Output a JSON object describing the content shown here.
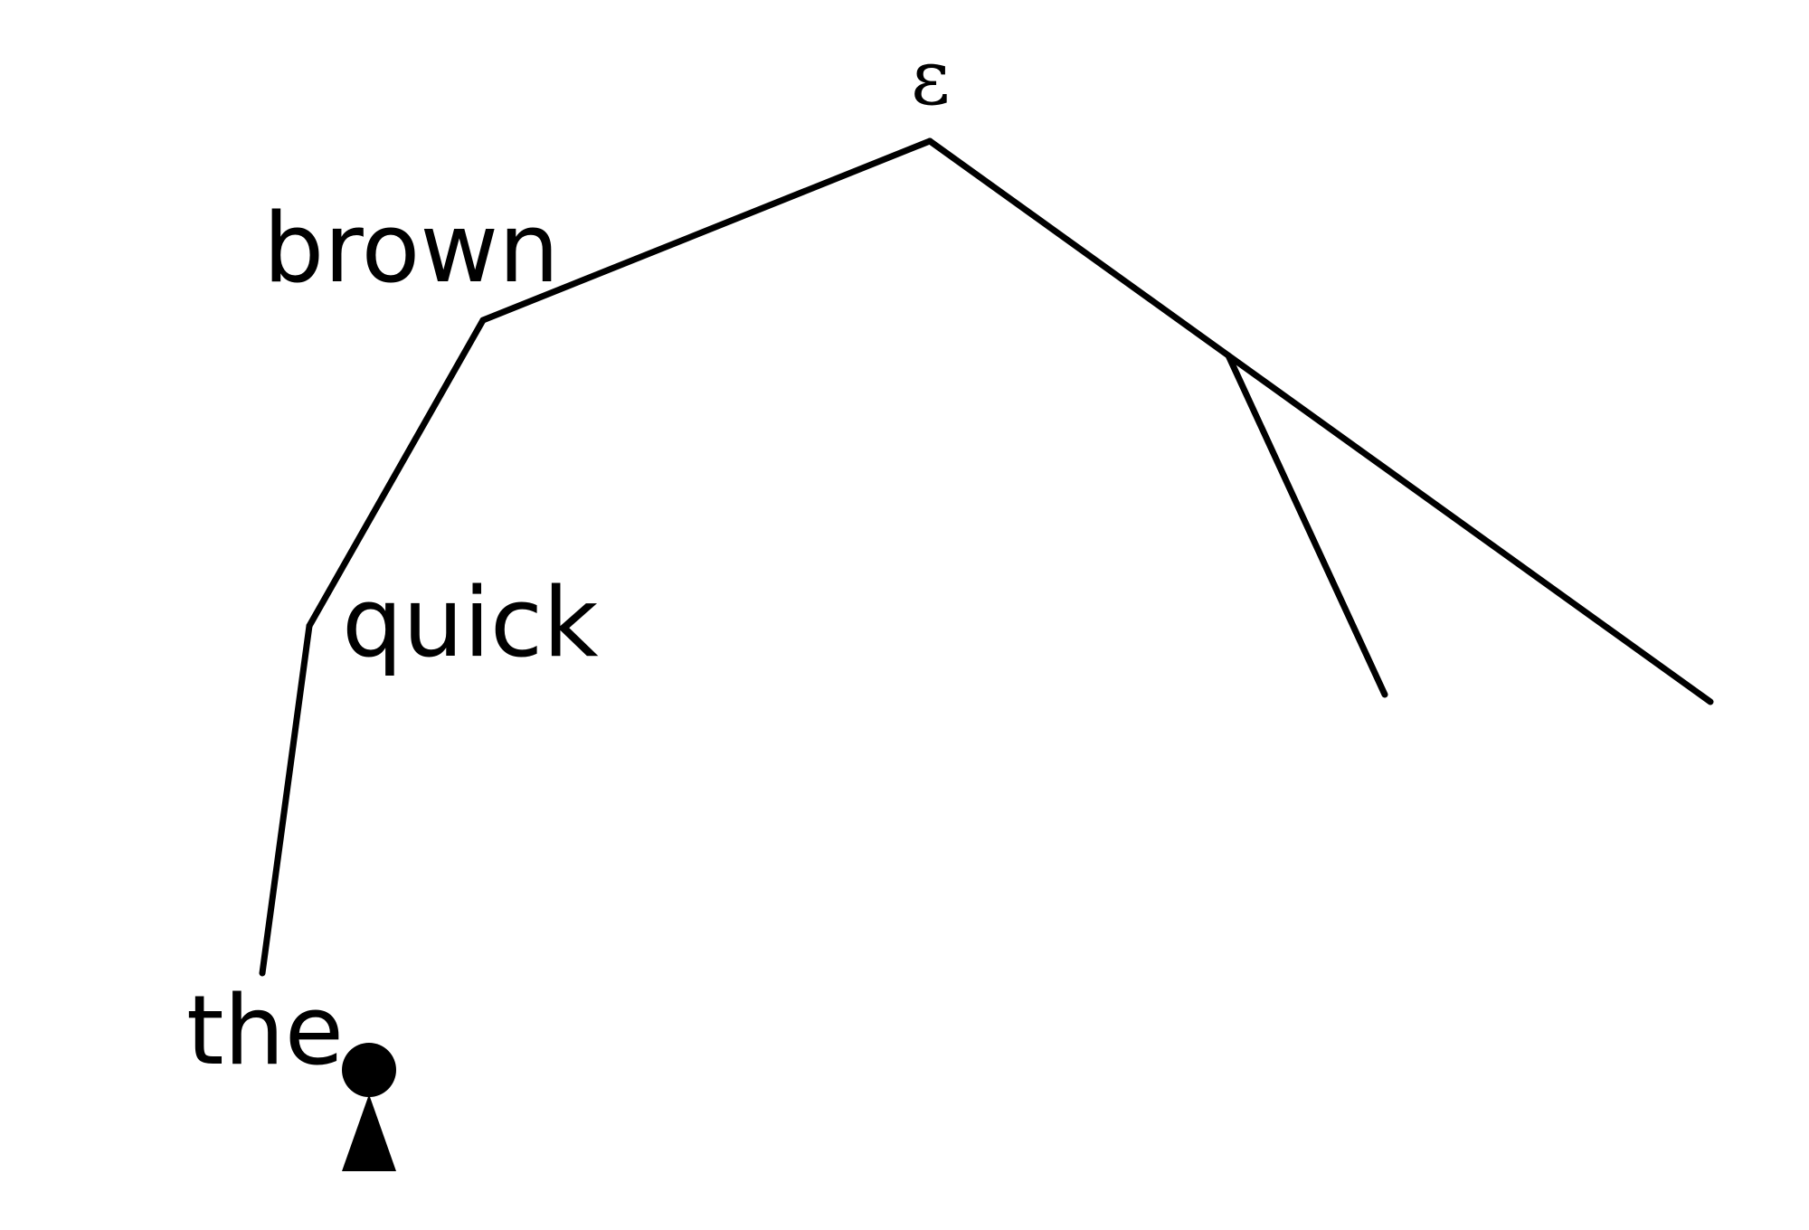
{
  "tree": {
    "root_label": "ε",
    "labels": {
      "brown": "brown",
      "quick": "quick",
      "the": "the"
    }
  },
  "marker": {
    "icon": "pawn-icon",
    "color": "#000000"
  }
}
